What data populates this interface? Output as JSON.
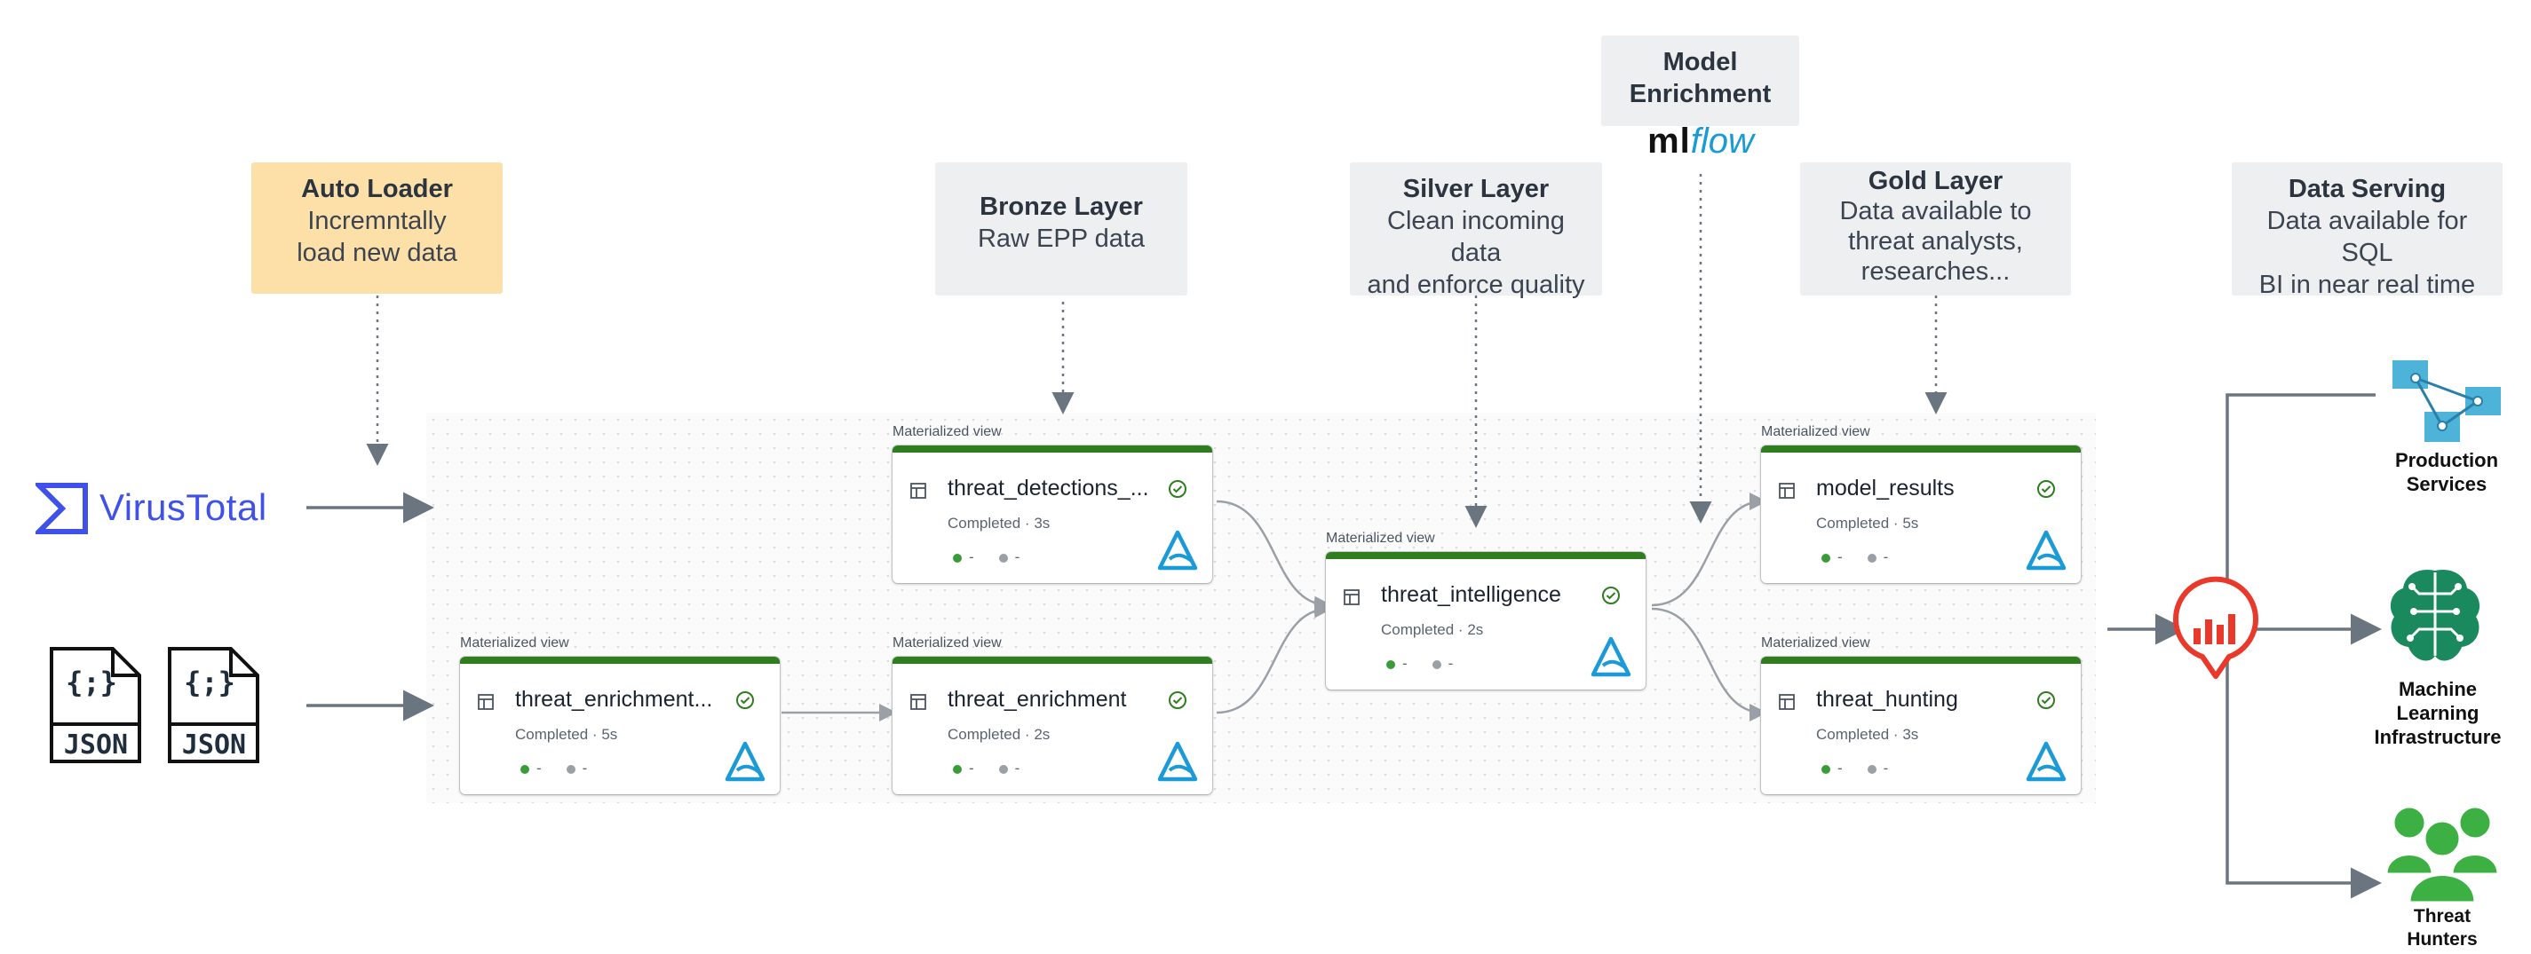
{
  "layers": {
    "auto_loader": {
      "title": "Auto Loader",
      "line1": "Incremntally",
      "line2": "load new data"
    },
    "bronze": {
      "title": "Bronze Layer",
      "line1": "Raw EPP data"
    },
    "silver": {
      "title": "Silver Layer",
      "line1": "Clean incoming data",
      "line2": "and enforce quality"
    },
    "model": {
      "title1": "Model",
      "title2": "Enrichment",
      "logo_ml": "ml",
      "logo_flow": "flow"
    },
    "gold": {
      "title": "Gold Layer",
      "line1": "Data available to",
      "line2": "threat analysts,",
      "line3": "researches..."
    },
    "serving": {
      "title": "Data Serving",
      "line1": "Data available for SQL",
      "line2": "BI in near real time"
    }
  },
  "sources": {
    "virustotal": "VirusTotal",
    "json_label": "JSON",
    "json_glyph": "{;}"
  },
  "nodes": {
    "mv_label": "Materialized view",
    "threat_enrichment_raw": {
      "name": "threat_enrichment...",
      "status": "Completed · 5s"
    },
    "threat_detections": {
      "name": "threat_detections_...",
      "status": "Completed · 3s"
    },
    "threat_enrichment": {
      "name": "threat_enrichment",
      "status": "Completed · 2s"
    },
    "threat_intelligence": {
      "name": "threat_intelligence",
      "status": "Completed · 2s"
    },
    "model_results": {
      "name": "model_results",
      "status": "Completed · 5s"
    },
    "threat_hunting": {
      "name": "threat_hunting",
      "status": "Completed · 3s"
    },
    "dash": "-"
  },
  "consumers": {
    "production": {
      "line1": "Production",
      "line2": "Services"
    },
    "ml": {
      "line1": "Machine",
      "line2": "Learning",
      "line3": "Infrastructure"
    },
    "hunters": {
      "line1": "Threat",
      "line2": "Hunters"
    }
  },
  "colors": {
    "node_header": "#2f7d1e",
    "virustotal": "#3f51e8",
    "auto_loader": "#fde0a8",
    "layer_box": "#eeeff1",
    "connector": "#6b7580",
    "ml_green": "#1a8a5e",
    "hunters_green": "#3cb043",
    "production_blue": "#4db3d8",
    "serving_red": "#e8392b"
  }
}
